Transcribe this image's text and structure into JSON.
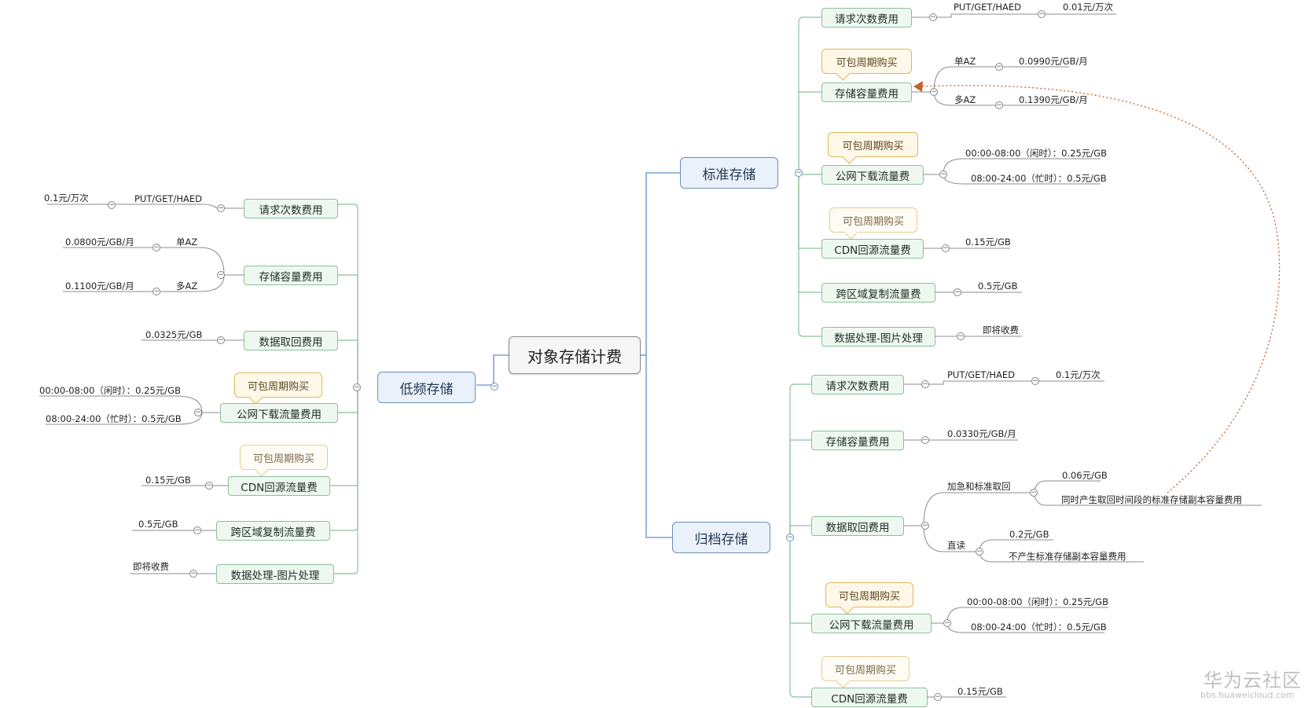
{
  "root": {
    "label": "对象存储计费"
  },
  "collapse_glyph": "−",
  "left_branch": {
    "title": "低频存储",
    "items": [
      {
        "label": "请求次数费用",
        "sub": [
          {
            "label": "PUT/GET/HAED",
            "value": "0.1元/万次"
          }
        ]
      },
      {
        "label": "存储容量费用",
        "sub": [
          {
            "label": "单AZ",
            "value": "0.0800元/GB/月"
          },
          {
            "label": "多AZ",
            "value": "0.1100元/GB/月"
          }
        ]
      },
      {
        "label": "数据取回费用",
        "value": "0.0325元/GB"
      },
      {
        "label": "公网下载流量费用",
        "note": "可包周期购买",
        "values": [
          "00:00-08:00（闲时）：0.25元/GB",
          "08:00-24:00（忙时）：0.5元/GB"
        ]
      },
      {
        "label": "CDN回源流量费",
        "note": "可包周期购买",
        "value": "0.15元/GB"
      },
      {
        "label": "跨区域复制流量费",
        "value": "0.5元/GB"
      },
      {
        "label": "数据处理-图片处理",
        "value": "即将收费"
      }
    ]
  },
  "std_branch": {
    "title": "标准存储",
    "items": [
      {
        "label": "请求次数费用",
        "sub": [
          {
            "label": "PUT/GET/HAED",
            "value": "0.01元/万次"
          }
        ]
      },
      {
        "label": "存储容量费用",
        "note": "可包周期购买",
        "sub": [
          {
            "label": "单AZ",
            "value": "0.0990元/GB/月"
          },
          {
            "label": "多AZ",
            "value": "0.1390元/GB/月"
          }
        ]
      },
      {
        "label": "公网下载流量费",
        "note": "可包周期购买",
        "values": [
          "00:00-08:00（闲时）：0.25元/GB",
          "08:00-24:00（忙时）：0.5元/GB"
        ]
      },
      {
        "label": "CDN回源流量费",
        "note": "可包周期购买",
        "value": "0.15元/GB"
      },
      {
        "label": "跨区域复制流量费",
        "value": "0.5元/GB"
      },
      {
        "label": "数据处理-图片处理",
        "value": "即将收费"
      }
    ]
  },
  "arch_branch": {
    "title": "归档存储",
    "items": [
      {
        "label": "请求次数费用",
        "sub": [
          {
            "label": "PUT/GET/HAED",
            "value": "0.1元/万次"
          }
        ]
      },
      {
        "label": "存储容量费用",
        "value": "0.0330元/GB/月"
      },
      {
        "label": "数据取回费用",
        "sub": [
          {
            "label": "加急和标准取回",
            "values": [
              "0.06元/GB",
              "同时产生取回时间段的标准存储副本容量费用"
            ]
          },
          {
            "label": "直读",
            "values": [
              "0.2元/GB",
              "不产生标准存储副本容量费用"
            ]
          }
        ]
      },
      {
        "label": "公网下载流量费用",
        "note": "可包周期购买",
        "values": [
          "00:00-08:00（闲时）：0.25元/GB",
          "08:00-24:00（忙时）：0.5元/GB"
        ]
      },
      {
        "label": "CDN回源流量费",
        "note": "可包周期购买",
        "value": "0.15元/GB"
      }
    ]
  },
  "watermark": {
    "title": "华为云社区",
    "url": "bbs.huaweicloud.com"
  },
  "colors": {
    "branch_line": "#7aa6d6",
    "leaf_line": "#8cc09a",
    "relation": "#c8602a",
    "callout_border": "#e2b55a"
  }
}
